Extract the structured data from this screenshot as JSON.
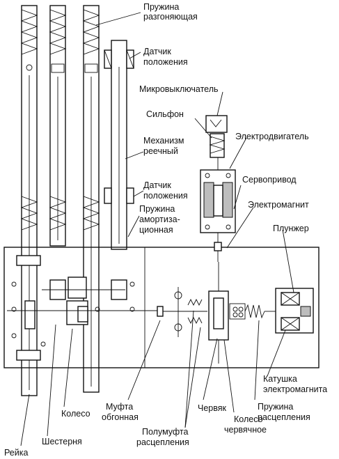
{
  "labels": {
    "spring_accel_1": "Пружина",
    "spring_accel_2": "разгоняющая",
    "pos_sensor_top_1": "Датчик",
    "pos_sensor_top_2": "положения",
    "microswitch": "Микровыключатель",
    "bellows": "Сильфон",
    "motor": "Электродвигатель",
    "rack_mech_1": "Механизм",
    "rack_mech_2": "реечный",
    "servo": "Сервопривод",
    "pos_sensor_mid_1": "Датчик",
    "pos_sensor_mid_2": "положения",
    "electromagnet": "Электромагнит",
    "spring_damp_1": "Пружина",
    "spring_damp_2": "амортиза-",
    "spring_damp_3": "ционная",
    "plunger": "Плунжер",
    "coil_1": "Катушка",
    "coil_2": "электромагнита",
    "wheel": "Колесо",
    "clutch_1": "Муфта",
    "clutch_2": "обгонная",
    "worm": "Червяк",
    "spring_release_1": "Пружина",
    "spring_release_2": "расцепления",
    "gear": "Шестерня",
    "half_clutch_1": "Полумуфта",
    "half_clutch_2": "расцепления",
    "worm_wheel_1": "Колесо",
    "worm_wheel_2": "червячное",
    "rack": "Рейка"
  }
}
